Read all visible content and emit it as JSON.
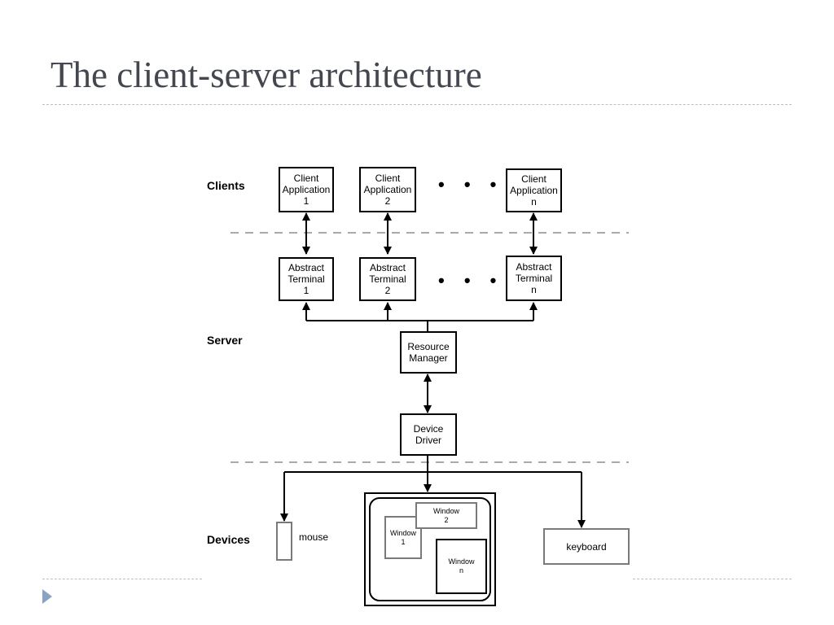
{
  "slide": {
    "title": "The client-server architecture"
  },
  "layers": {
    "clients": "Clients",
    "server": "Server",
    "devices": "Devices"
  },
  "clients": {
    "app1": "Client\nApplication\n1",
    "app2": "Client\nApplication\n2",
    "appn": "Client\nApplication\nn",
    "ellipsis": "• • •"
  },
  "terminals": {
    "t1": "Abstract\nTerminal\n1",
    "t2": "Abstract\nTerminal\n2",
    "tn": "Abstract\nTerminal\nn",
    "ellipsis": "• • •"
  },
  "server": {
    "resource_manager": "Resource\nManager",
    "device_driver": "Device\nDriver"
  },
  "devices": {
    "mouse": "mouse",
    "keyboard": "keyboard",
    "window1": "Window\n1",
    "window2": "Window\n2",
    "windown": "Window\nn"
  },
  "colors": {
    "title": "#44474f",
    "rule": "#b5c0cc",
    "bullet": "#8aa3c4",
    "line": "#000000",
    "gray_box": "#7a7a7a"
  }
}
